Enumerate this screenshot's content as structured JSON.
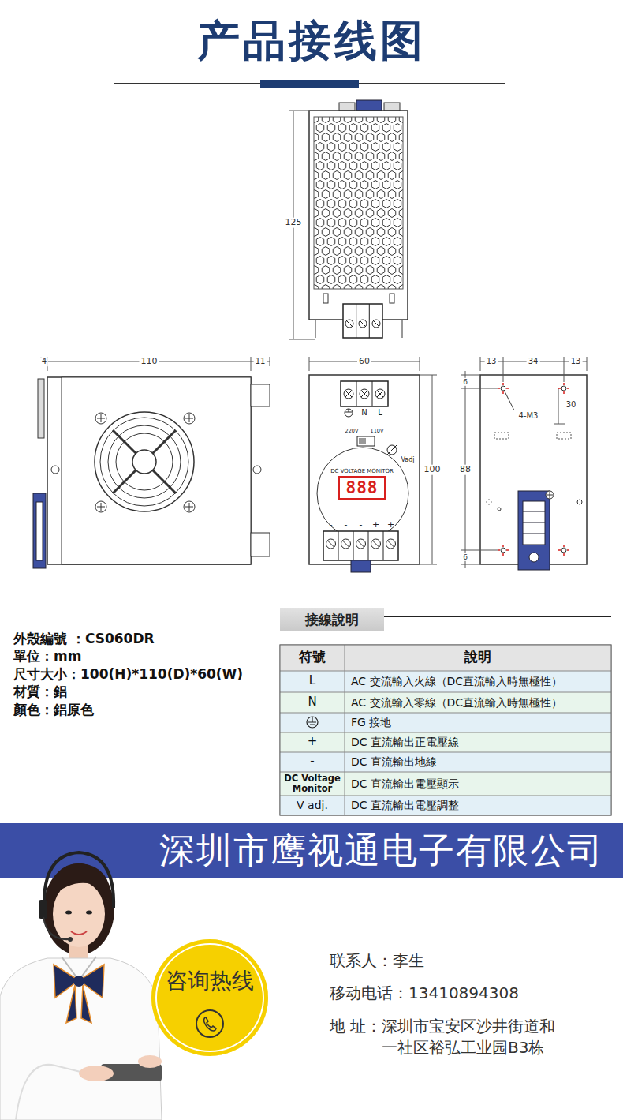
{
  "diagram": {
    "title": "产品接线图",
    "nodes": [
      {
        "text": [
          "接線說明"
        ]
      },
      {
        "text": [
          "深圳市鹰视通电子有限公司"
        ]
      },
      {
        "text": [
          "咨询热线"
        ]
      }
    ],
    "labels": [
      "125",
      "4",
      "110",
      "11",
      "60",
      "N",
      "L",
      "220V",
      "110V",
      "Vadj",
      "DC VOLTAGE MONITOR",
      "888",
      "-",
      "-",
      "-",
      "+",
      "+",
      "100",
      "13",
      "34",
      "13",
      "6",
      "30",
      "88",
      "4-M3",
      "6",
      "外殼編號 ：CS060DR",
      "單位：mm",
      "尺寸大小：100(H)*110(D)*60(W)",
      "材質：鋁",
      "顏色：鋁原色",
      "符號",
      "說明",
      "L",
      "AC 交流輸入火線（DC直流輸入時無極性）",
      "N",
      "AC 交流輸入零線（DC直流輸入時無極性）",
      "FG 接地",
      "+",
      "DC 直流輸出正電壓線",
      "-",
      "DC 直流輸出地線",
      "DC Voltage Monitor",
      "DC 直流輸出電壓顯示",
      "V adj.",
      "DC 直流輸出電壓調整",
      "联系人：李生",
      "移动电话：13410894308",
      "地 址：深圳市宝安区沙井街道和一社区裕弘工业园B3栋"
    ]
  }
}
